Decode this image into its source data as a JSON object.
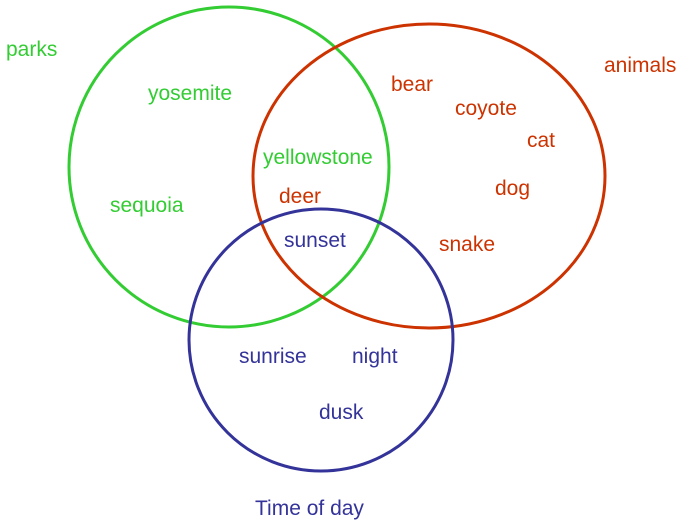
{
  "sets": [
    {
      "id": "parks",
      "name": "parks",
      "color": "#33cc33",
      "items": [
        "yosemite",
        "sequoia"
      ]
    },
    {
      "id": "animals",
      "name": "animals",
      "color": "#cc3300",
      "items": [
        "bear",
        "coyote",
        "cat",
        "dog",
        "snake"
      ]
    },
    {
      "id": "time",
      "name": "Time of day",
      "color": "#333399",
      "items": [
        "sunrise",
        "night",
        "dusk"
      ]
    }
  ],
  "intersections": {
    "parks_animals": [
      "yellowstone",
      "deer"
    ],
    "all_three": [
      "sunset"
    ]
  }
}
